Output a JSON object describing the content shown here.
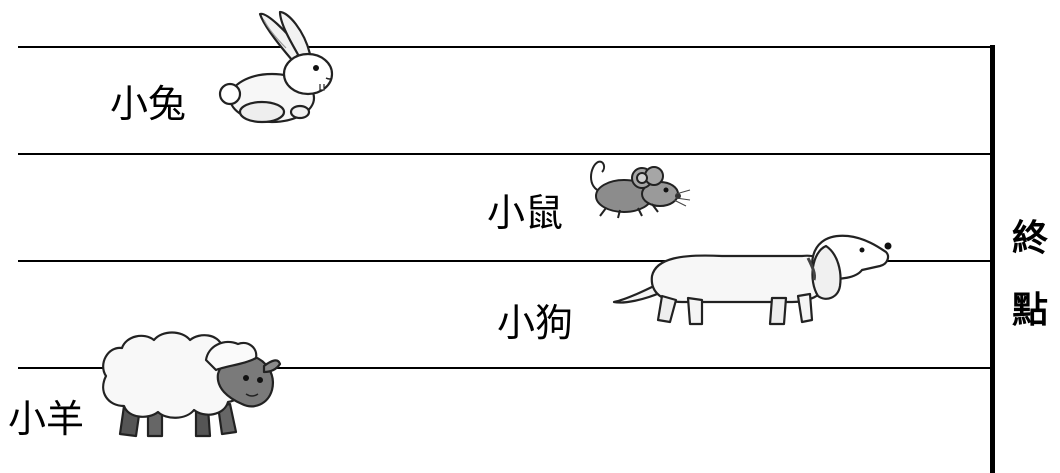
{
  "finish": {
    "line1": "終",
    "line2": "點"
  },
  "lanes": [
    {
      "animal": "rabbit",
      "label": "小兔"
    },
    {
      "animal": "mouse",
      "label": "小鼠"
    },
    {
      "animal": "dog",
      "label": "小狗"
    },
    {
      "animal": "sheep",
      "label": "小羊"
    }
  ]
}
